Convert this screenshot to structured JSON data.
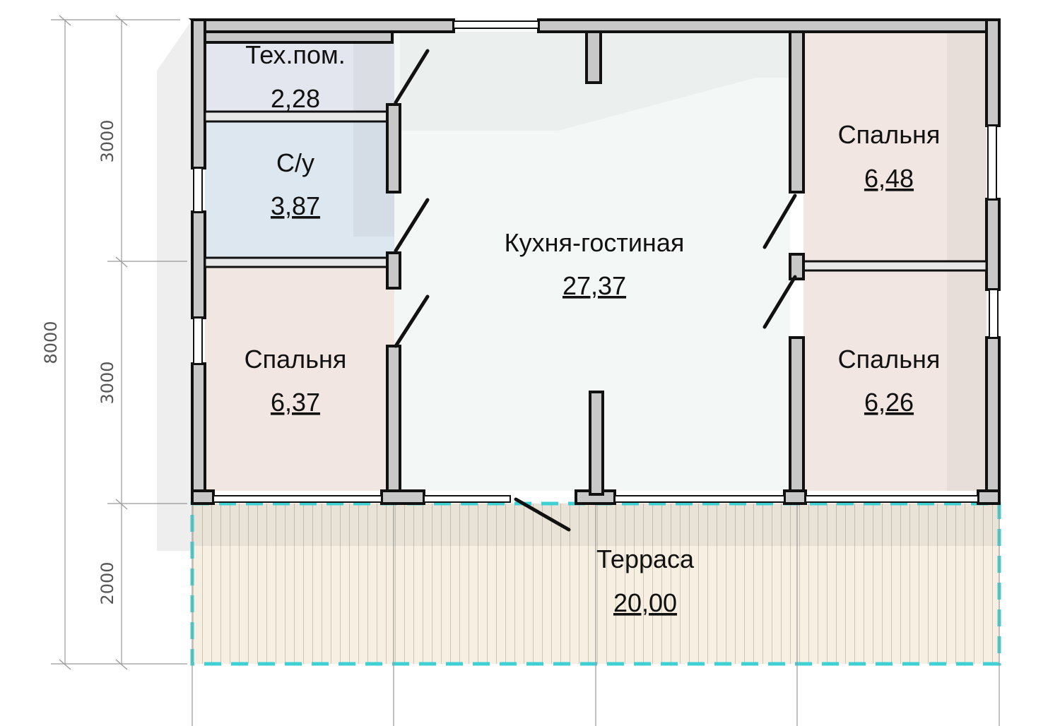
{
  "rooms": [
    {
      "name": "Тех.пом.",
      "area": "2,28"
    },
    {
      "name": "С/у",
      "area": "3,87"
    },
    {
      "name": "Спальня",
      "area": "6,37"
    },
    {
      "name": "Кухня-гостиная",
      "area": "27,37"
    },
    {
      "name": "Спальня",
      "area": "6,48"
    },
    {
      "name": "Спальня",
      "area": "6,26"
    },
    {
      "name": "Терраса",
      "area": "20,00"
    }
  ],
  "dimensions": {
    "total": "8000",
    "segments": [
      "3000",
      "3000",
      "2000"
    ]
  },
  "colors": {
    "wall": "#c8c8c8",
    "terrace_outline": "#3fd0d4",
    "terrace_fill": "#f6efe2",
    "bedroom_fill": "#f1e6e2",
    "bath_fill": "#dde7ef",
    "tech_fill": "#e3e6ee",
    "kitchen_fill": "#f3f8f6"
  }
}
